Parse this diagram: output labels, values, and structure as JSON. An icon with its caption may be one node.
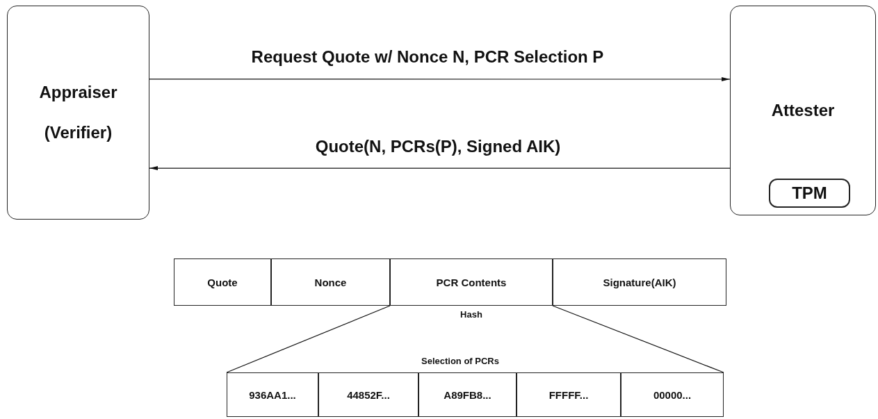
{
  "diagram": {
    "nodes": [
      {
        "text": [
          "Appraiser",
          "(Verifier)"
        ]
      },
      {
        "text": [
          "Attester"
        ]
      },
      {
        "text": [
          "TPM"
        ],
        "in": 1
      },
      {
        "text": [
          "Quote"
        ]
      },
      {
        "text": [
          "Nonce"
        ]
      },
      {
        "text": [
          "PCR Contents"
        ],
        "beside": [
          "Hash"
        ]
      },
      {
        "text": [
          "Signature(AIK)"
        ]
      },
      {
        "text": [
          "936AA1..."
        ]
      },
      {
        "text": [
          "44852F..."
        ]
      },
      {
        "text": [
          "A89FB8..."
        ]
      },
      {
        "text": [
          "FFFFF..."
        ]
      },
      {
        "text": [
          "00000..."
        ]
      }
    ],
    "edges": [
      {
        "from": 0,
        "to": 1,
        "arrow": "to",
        "label": "Request Quote w/ Nonce N, PCR Selection P"
      },
      {
        "from": 1,
        "to": 0,
        "arrow": "to",
        "label": "Quote(N, PCRs(P), Signed AIK)"
      },
      {
        "from": 5,
        "to": 7,
        "arrow": "none"
      },
      {
        "from": 5,
        "to": 11,
        "arrow": "none"
      }
    ],
    "labels": [
      "Selection of PCRs"
    ]
  }
}
